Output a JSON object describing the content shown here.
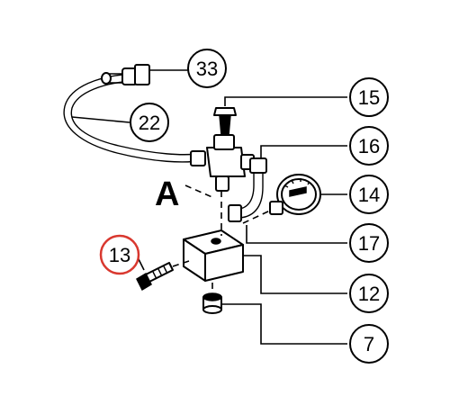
{
  "diagram": {
    "section_label": "A",
    "callouts": [
      {
        "id": "33",
        "label": "33",
        "highlight": false
      },
      {
        "id": "22",
        "label": "22",
        "highlight": false
      },
      {
        "id": "15",
        "label": "15",
        "highlight": false
      },
      {
        "id": "16",
        "label": "16",
        "highlight": false
      },
      {
        "id": "14",
        "label": "14",
        "highlight": false
      },
      {
        "id": "17",
        "label": "17",
        "highlight": false
      },
      {
        "id": "13",
        "label": "13",
        "highlight": true
      },
      {
        "id": "12",
        "label": "12",
        "highlight": false
      },
      {
        "id": "7",
        "label": "7",
        "highlight": false
      }
    ],
    "colors": {
      "line": "#000000",
      "highlight": "#d9382f",
      "background": "#ffffff"
    }
  }
}
